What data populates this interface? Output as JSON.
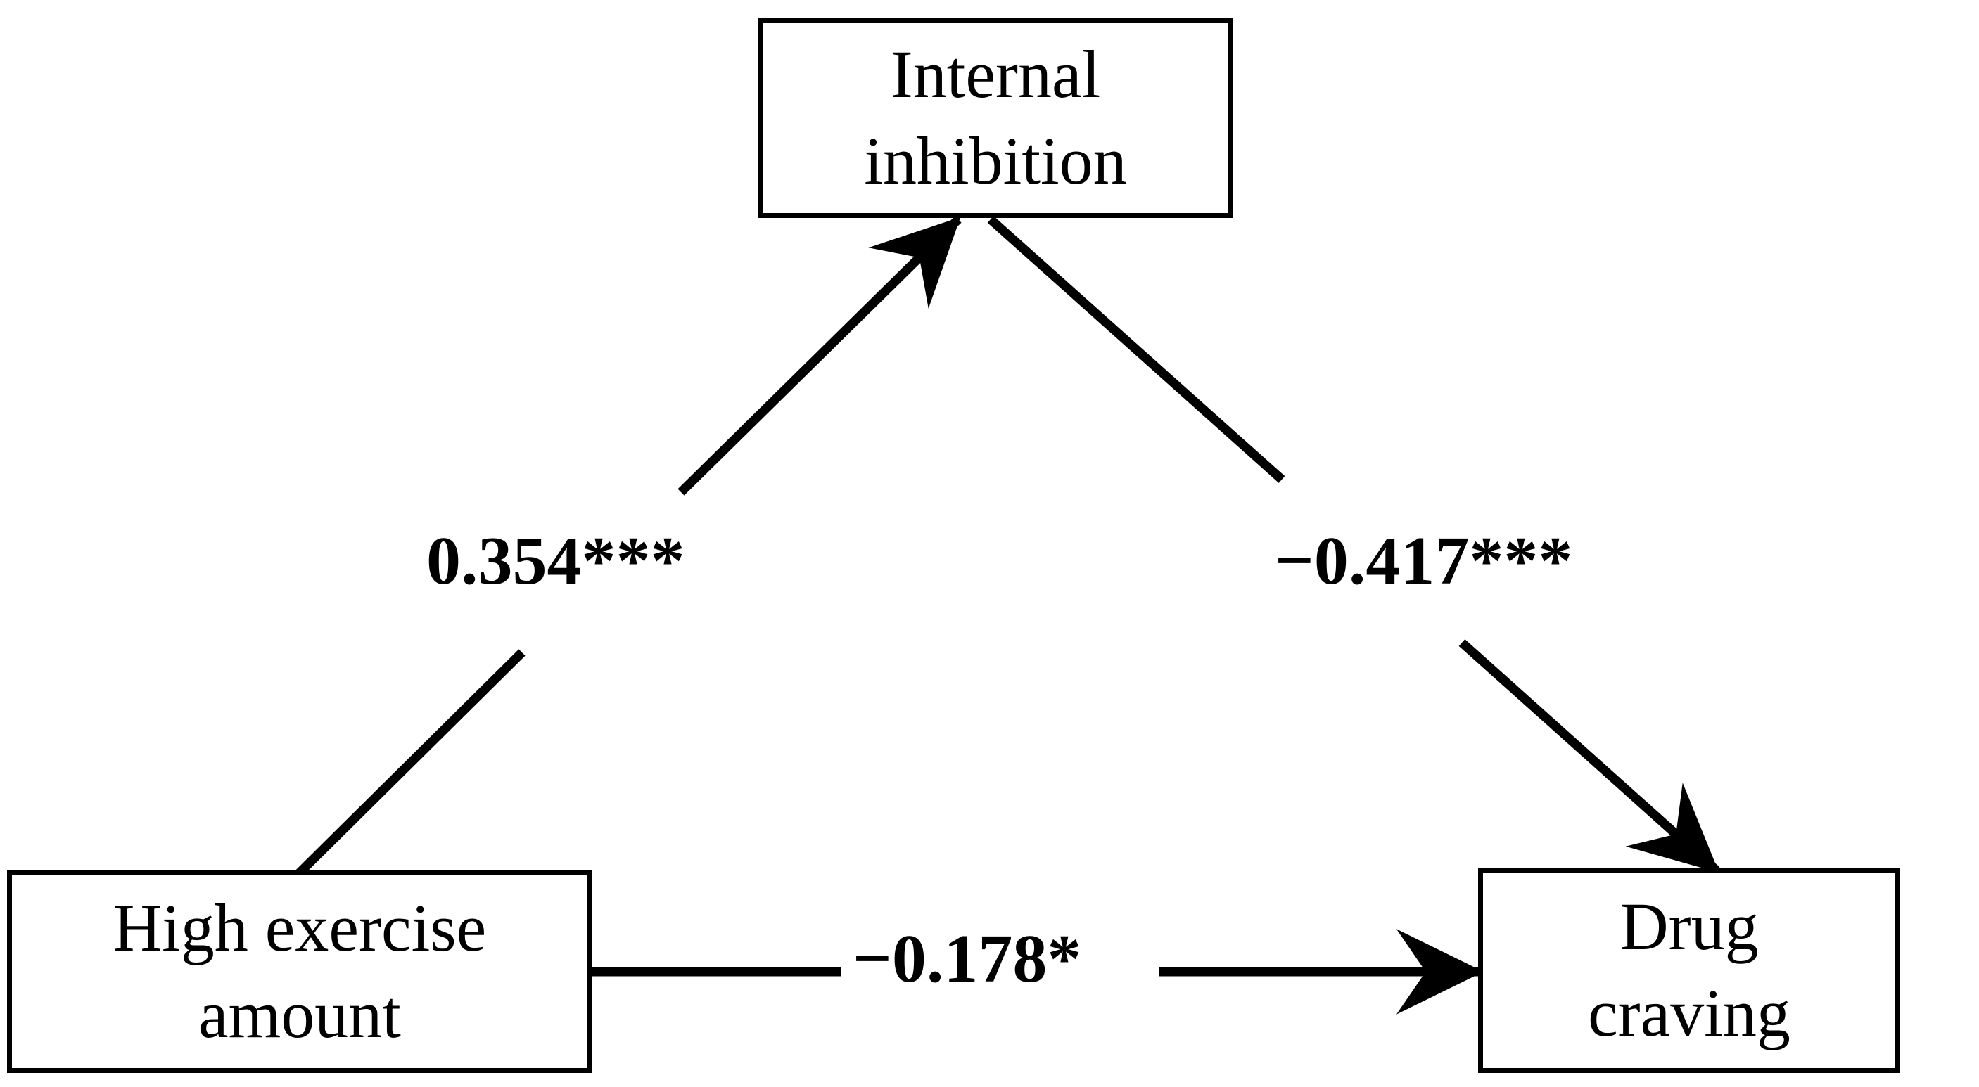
{
  "diagram": {
    "type": "mediation-path-diagram",
    "background_color": "#ffffff",
    "line_color": "#000000",
    "nodes": [
      {
        "id": "mediator",
        "role": "mediator",
        "lines": [
          "Internal",
          "inhibition"
        ],
        "line1": "Internal",
        "line2": "inhibition"
      },
      {
        "id": "predictor",
        "role": "independent-variable",
        "lines": [
          "High exercise",
          "amount"
        ],
        "line1": "High exercise",
        "line2": "amount"
      },
      {
        "id": "outcome",
        "role": "dependent-variable",
        "lines": [
          "Drug",
          "craving"
        ],
        "line1": "Drug",
        "line2": "craving"
      }
    ],
    "paths": [
      {
        "id": "a-path",
        "from": "predictor",
        "to": "mediator",
        "coefficient": 0.354,
        "significance": "***",
        "label": "0.354***"
      },
      {
        "id": "b-path",
        "from": "mediator",
        "to": "outcome",
        "coefficient": -0.417,
        "significance": "***",
        "label": "−0.417***"
      },
      {
        "id": "c-prime-path",
        "from": "predictor",
        "to": "outcome",
        "coefficient": -0.178,
        "significance": "*",
        "label": "−0.178*"
      }
    ]
  },
  "chart_data": {
    "type": "diagram",
    "title": "",
    "nodes": [
      "Internal inhibition",
      "High exercise amount",
      "Drug craving"
    ],
    "edges": [
      {
        "source": "High exercise amount",
        "target": "Internal inhibition",
        "value": 0.354,
        "label": "0.354***"
      },
      {
        "source": "Internal inhibition",
        "target": "Drug craving",
        "value": -0.417,
        "label": "−0.417***"
      },
      {
        "source": "High exercise amount",
        "target": "Drug craving",
        "value": -0.178,
        "label": "−0.178*"
      }
    ]
  }
}
